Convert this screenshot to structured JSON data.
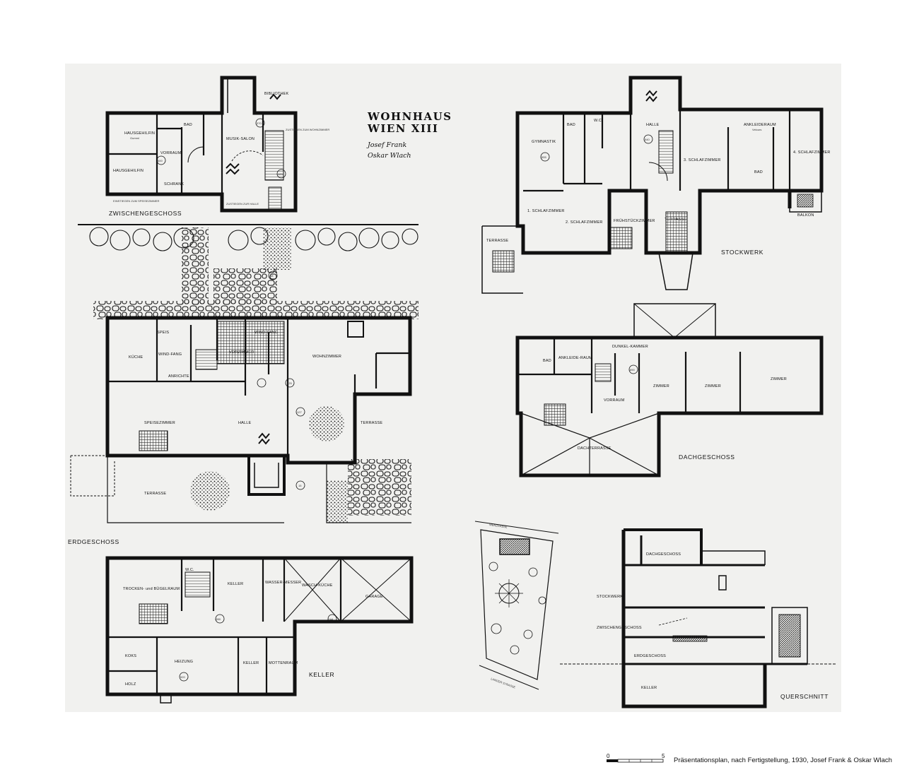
{
  "sheet": {
    "title_line1": "WOHNHAUS",
    "title_line2": "WIEN XIII",
    "architect1": "Josef Frank",
    "architect2": "Oskar Wlach"
  },
  "floors": {
    "zwischengeschoss": "ZWISCHENGESCHOSS",
    "erdgeschoss": "ERDGESCHOSS",
    "keller": "KELLER",
    "stockwerk": "STOCKWERK",
    "dachgeschoss": "DACHGESCHOSS",
    "querschnitt": "QUERSCHNITT"
  },
  "rooms": {
    "z_bibliothek": "BIBLIOTHEK",
    "z_hausgehilfin1": "HAUSGEHILFIN",
    "z_hausgehilfin2": "HAUSGEHILFIN",
    "z_gummi": "Gummi",
    "z_bad": "BAD",
    "z_vorraum": "VORRAUM",
    "z_musiksalon": "MUSIK-SALON",
    "z_schrank": "SCHRANK",
    "z_level_370": "370",
    "z_level_400": "400",
    "z_level_125": "125",
    "z_note_wohn": "ZUSTIEGEN ZUM WOHNZIMMER",
    "z_note_speise": "EINSTIEGEN ZUM SPEISEZIMMER",
    "z_note_halle": "ZUSTIEGEN ZUR HALLE",
    "e_kueche": "KÜCHE",
    "e_speis": "SPEIS",
    "e_windfang1": "WIND-FANG",
    "e_windfang2": "WIND-FANG",
    "e_vorzimmer": "VORZIMMER",
    "e_anrichte": "ANRICHTE",
    "e_wohnzimmer": "WOHNZIMMER",
    "e_speisezimmer": "SPEISEZIMMER",
    "e_halle": "HALLE",
    "e_terrasse1": "TERRASSE",
    "e_terrasse2": "TERRASSE",
    "e_level_125": "125",
    "e_level_127": "127",
    "e_level_15": "15",
    "e_level_18": "18",
    "k_trocken": "TROCKEN- und BÜGELRAUM",
    "k_wc": "W.C.",
    "k_keller1": "KELLER",
    "k_wassermesser": "WASSER-MESSER",
    "k_waschkueche": "WASCH-KÜCHE",
    "k_garage": "GARAGE",
    "k_koks": "KOKS",
    "k_holz": "HOLZ",
    "k_heizung": "HEIZUNG",
    "k_keller2": "KELLER",
    "k_mottenraum": "MOTTENRAUM",
    "k_level_280": "-280",
    "k_level_920": "920",
    "k_level_144": "-144",
    "s_gymnastik": "GYMNASTIK",
    "s_bad1": "BAD",
    "s_wc": "W.C.",
    "s_halle": "HALLE",
    "s_ankleideraum": "ANKLEIDERAUM",
    "s_schlaf1": "1. SCHLAFZIMMER",
    "s_schlaf2": "2. SCHLAFZIMMER",
    "s_fruehstueck": "FRÜHSTÜCKZIMMER",
    "s_schlaf3": "3. SCHLAFZIMMER",
    "s_schlaf4": "4. SCHLAFZIMMER",
    "s_bad2": "BAD",
    "s_terrasse1": "TERRASSE",
    "s_terrasse2": "TERRASSE",
    "s_balkon": "BALKON",
    "s_velours": "Velours",
    "s_level_555": "555",
    "s_level_540": "540",
    "d_bad": "BAD",
    "d_ankleideraum": "ANKLEIDE-RAUM",
    "d_dunkelkammer": "DUNKEL-KAMMER",
    "d_level_890": "890",
    "d_zimmer1": "ZIMMER",
    "d_zimmer2": "ZIMMER",
    "d_zimmer3": "ZIMMER",
    "d_vorraum": "VORRAUM",
    "d_dachterrasse": "DACHTERRASSE",
    "site_street_top": "WENZGASSE",
    "site_street_bottom": "LAINZER STRASSE",
    "q_dachgeschoss": "DACHGESCHOSS",
    "q_stockwerk": "STOCKWERK",
    "q_zwischengeschoss": "ZWISCHENGESCHOSS",
    "q_erdgeschoss": "ERDGESCHOSS",
    "q_keller": "KELLER"
  },
  "scale": {
    "start": "0",
    "end": "5"
  },
  "caption": "Präsentationsplan, nach Fertigstellung, 1930, Josef Frank & Oskar Wlach"
}
